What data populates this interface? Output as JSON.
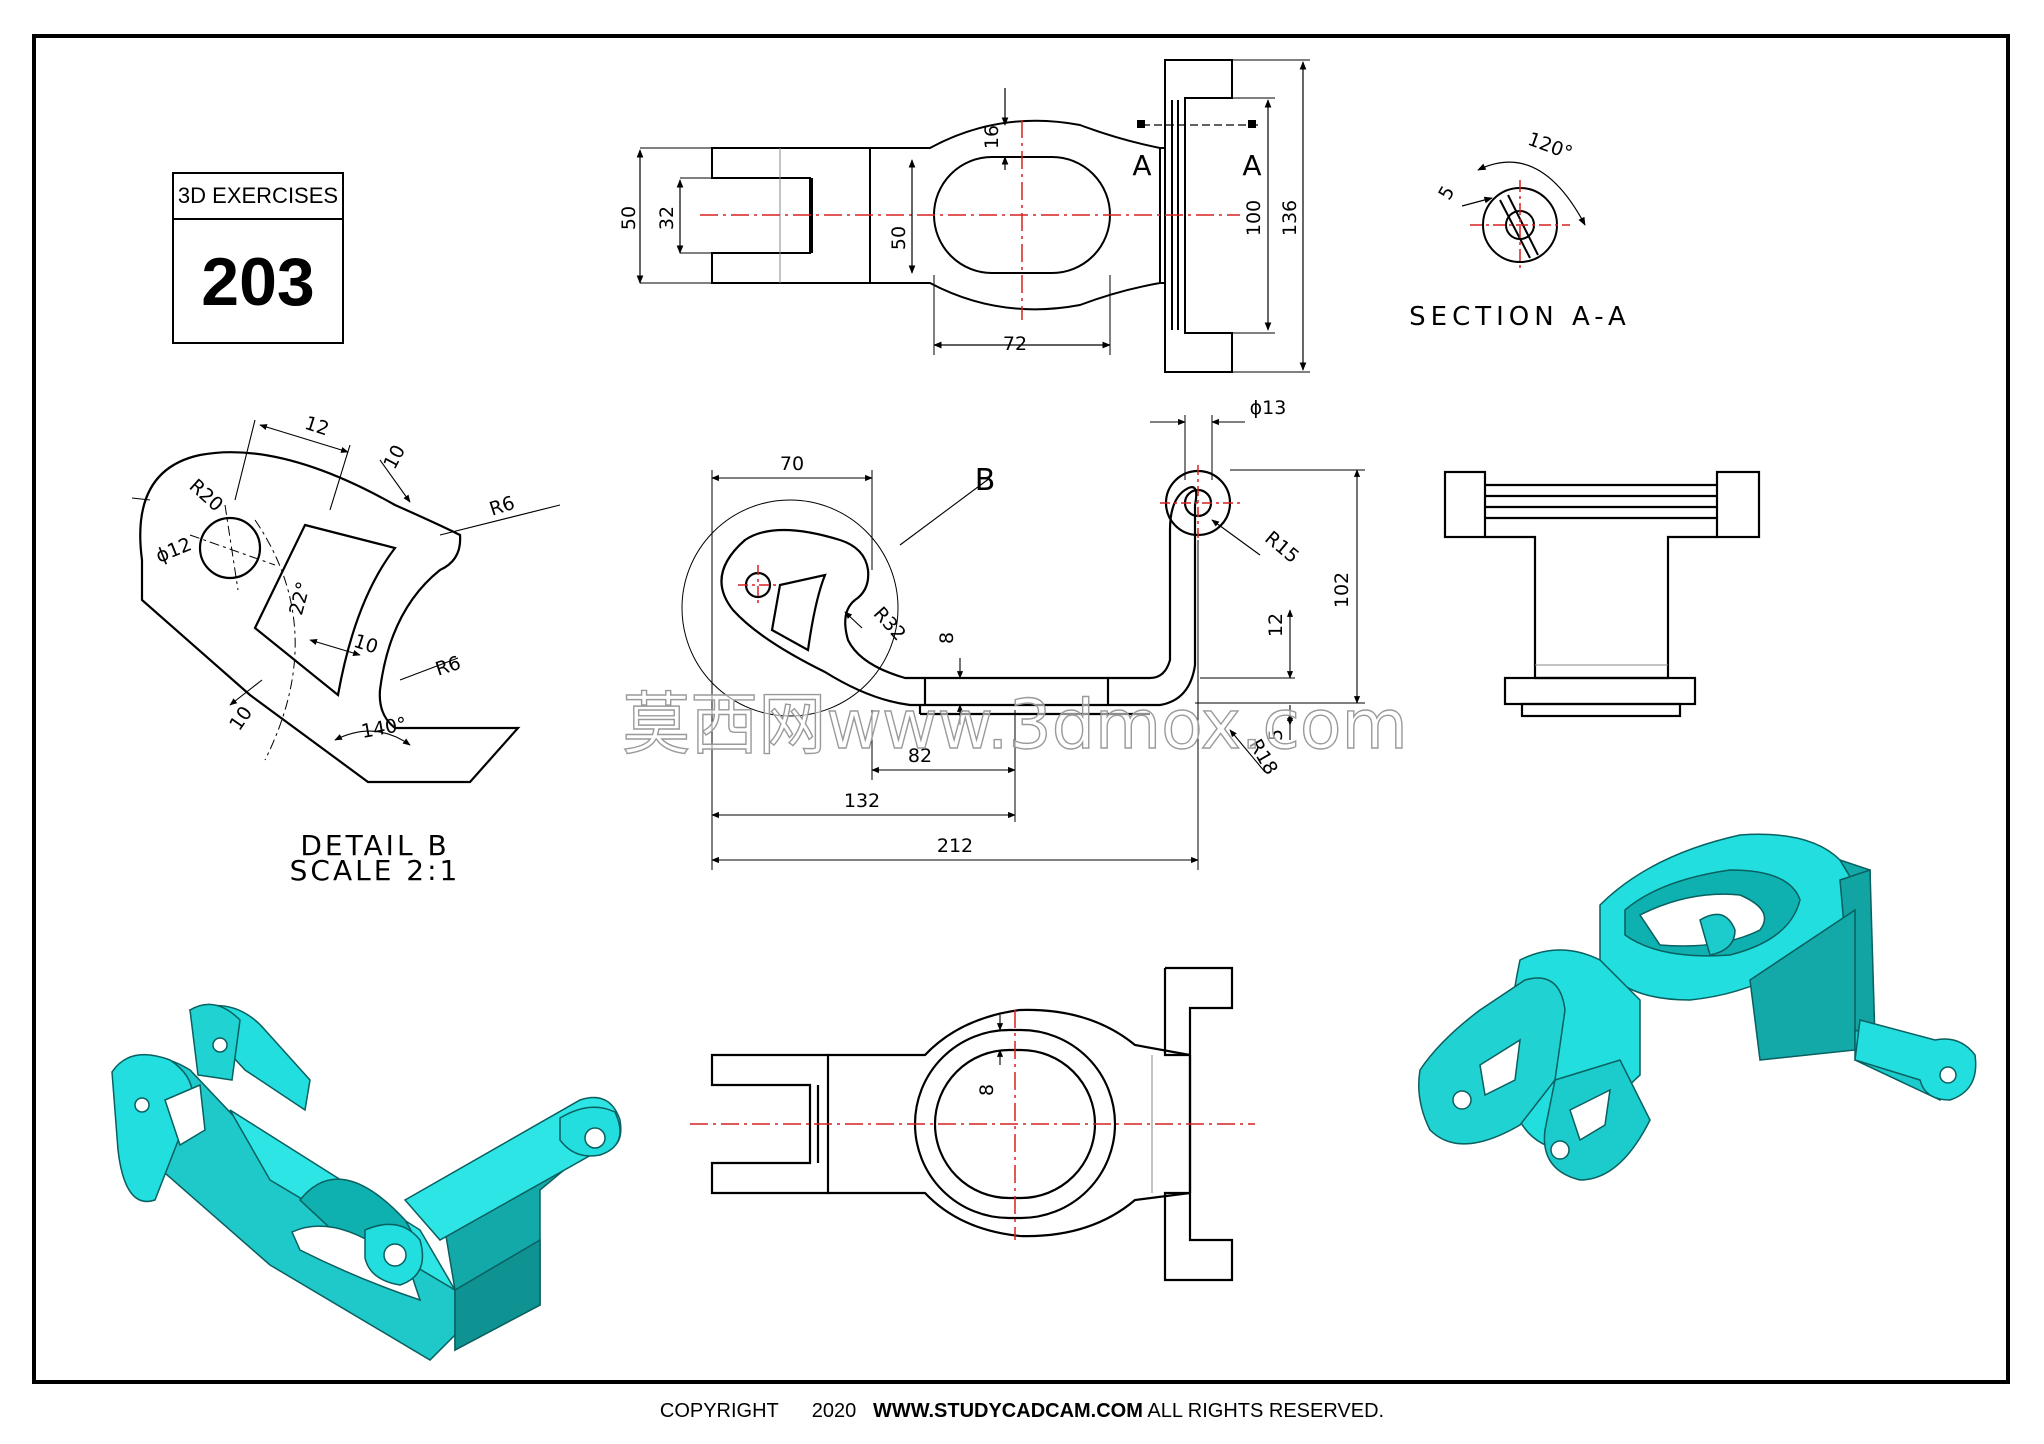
{
  "title_box": {
    "header": "3D EXERCISES",
    "number": "203"
  },
  "top_view": {
    "dims": [
      "50",
      "32",
      "50",
      "16",
      "72",
      "100",
      "136"
    ],
    "section_marks": [
      "A",
      "A"
    ]
  },
  "section": {
    "label": "SECTION A-A",
    "dims": [
      "120°",
      "5"
    ]
  },
  "detail": {
    "title": "DETAIL B",
    "scale": "SCALE 2:1",
    "dims": [
      "12",
      "10",
      "R20",
      "R6",
      "ϕ12",
      "22°",
      "10",
      "R6",
      "10",
      "140°"
    ]
  },
  "front_view": {
    "dims": [
      "70",
      "ϕ13",
      "B",
      "R15",
      "R32",
      "8",
      "12",
      "102",
      "82",
      "5",
      "R18",
      "132",
      "212"
    ]
  },
  "bottom_view": {
    "dims": [
      "8"
    ]
  },
  "watermark": "莫西网www.3dmox.com",
  "footer": {
    "copyright": "COPYRIGHT",
    "year": "2020",
    "site": "WWW.STUDYCADCAM.COM",
    "rights": "ALL RIGHTS RESERVED."
  },
  "colors": {
    "line": "#000000",
    "centerline": "#d62020",
    "model": "#22dede",
    "model_dark": "#0a8f8f"
  }
}
